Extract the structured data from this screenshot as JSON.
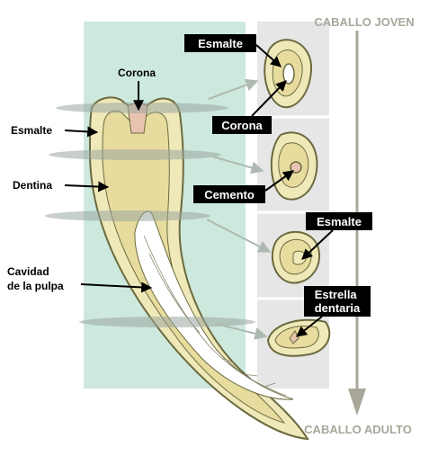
{
  "colors": {
    "mint": "#cde9dd",
    "grey_panel": "#e6e6e6",
    "enamel": "#efe9ba",
    "dentin": "#e7dc9e",
    "tooth_outline": "#6b6a3f",
    "pulp": "#ffffff",
    "crown_pink": "#e8c4b0",
    "gray_text": "#a9a69a",
    "arrow_gray": "#aeb9b2",
    "label_box": "#000000",
    "label_text": "#ffffff"
  },
  "header": {
    "top_label": "CABALLO JOVEN",
    "bottom_label": "CABALLO ADULTO"
  },
  "left_labels": {
    "corona": "Corona",
    "esmalte": "Esmalte",
    "dentina": "Dentina",
    "cavidad_line1": "Cavidad",
    "cavidad_line2": "de la pulpa"
  },
  "boxed_labels": {
    "esmalte_top": "Esmalte",
    "corona": "Corona",
    "cemento": "Cemento",
    "esmalte_mid": "Esmalte",
    "estrella_line1": "Estrella",
    "estrella_line2": "dentaria"
  },
  "icons": [
    "age-arrow-icon",
    "section-pointer-arrow-icon",
    "label-pointer-arrow-icon"
  ]
}
